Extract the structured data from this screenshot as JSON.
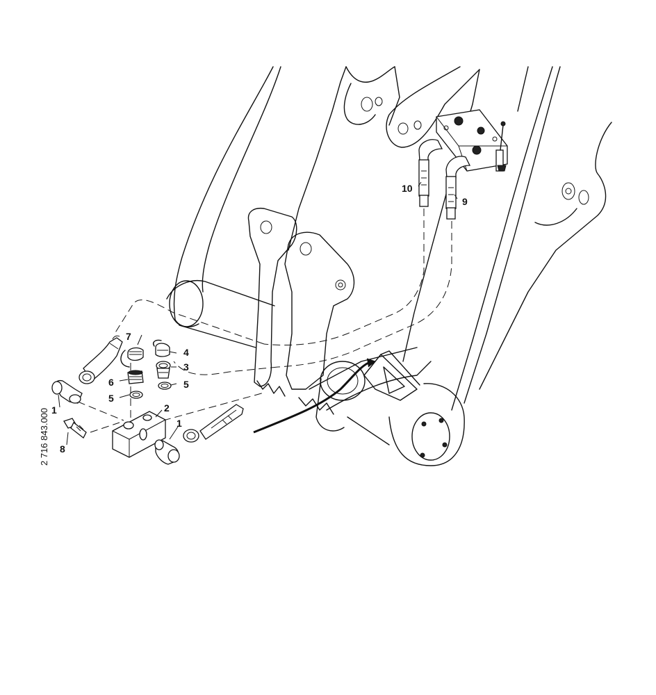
{
  "document_number": "2 716 843.000",
  "callouts": {
    "c1_left": "1",
    "c1_right": "1",
    "c2": "2",
    "c3": "3",
    "c4": "4",
    "c5_left": "5",
    "c5_right": "5",
    "c6": "6",
    "c7": "7",
    "c8": "8",
    "c9": "9",
    "c10": "10"
  },
  "colors": {
    "line": "#111111",
    "background": "#ffffff"
  }
}
